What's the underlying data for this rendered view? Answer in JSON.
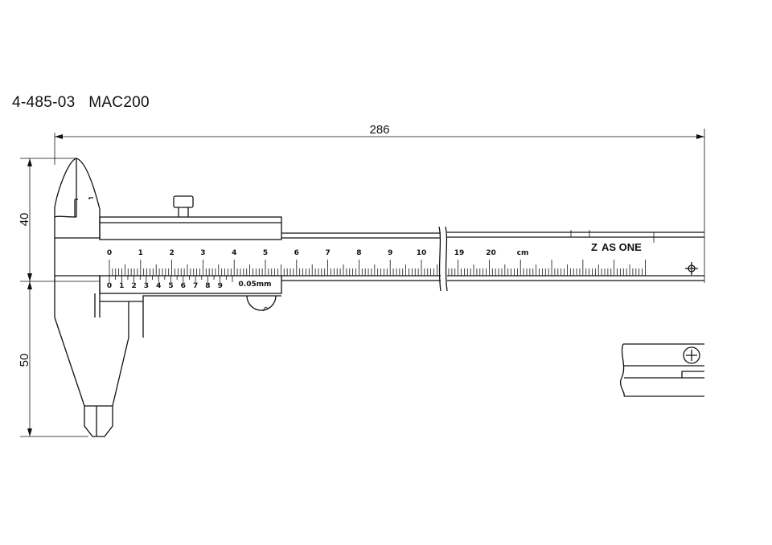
{
  "title": "4-485-03   MAC200",
  "dimensions": {
    "overall_length": "286",
    "upper_jaw": "40",
    "lower_jaw": "50"
  },
  "main_scale": {
    "labels_left": [
      "0",
      "1",
      "2",
      "3",
      "4",
      "5",
      "6",
      "7",
      "8",
      "9",
      "10"
    ],
    "labels_right": [
      "19",
      "20",
      "cm"
    ]
  },
  "vernier_scale": {
    "labels": [
      "0",
      "1",
      "2",
      "3",
      "4",
      "5",
      "6",
      "7",
      "8",
      "9"
    ],
    "resolution": "0.05mm"
  },
  "brand": {
    "logo_text": "AS ONE",
    "logo_mark": "Z"
  }
}
